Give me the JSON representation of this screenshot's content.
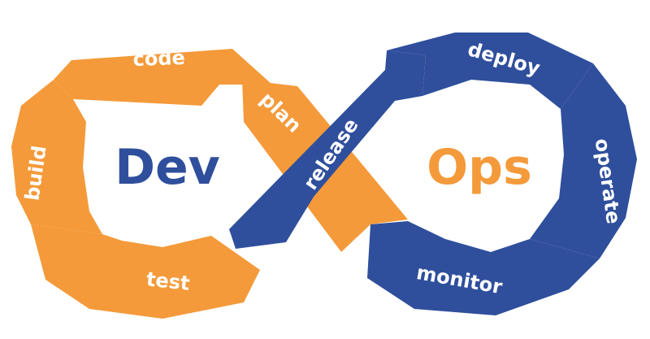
{
  "center": {
    "dev": "Dev",
    "ops": "Ops"
  },
  "stages": {
    "plan": "plan",
    "code": "code",
    "build": "build",
    "test": "test",
    "release": "release",
    "deploy": "deploy",
    "operate": "operate",
    "monitor": "monitor"
  },
  "colors": {
    "orange": "#F49A3A",
    "blue": "#2F4F9C",
    "white": "#FFFFFF"
  }
}
